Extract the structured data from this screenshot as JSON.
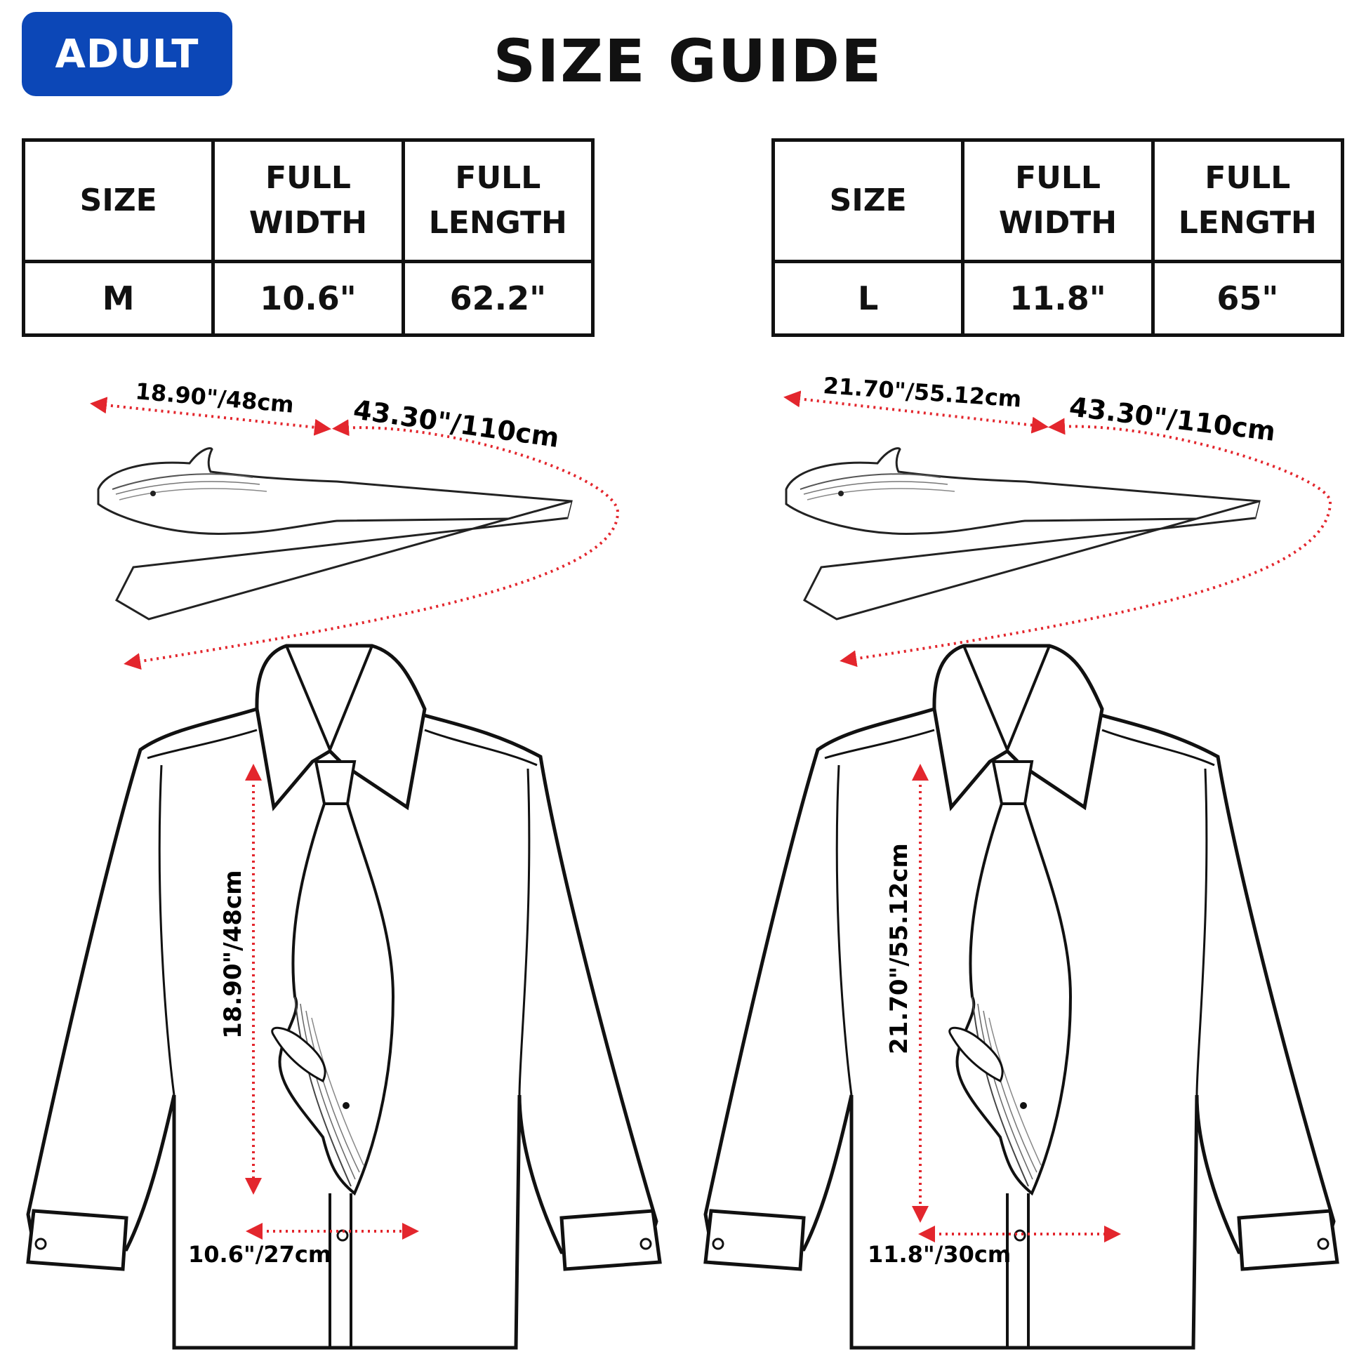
{
  "badge": "ADULT",
  "title": "SIZE GUIDE",
  "tables": [
    {
      "headers": [
        "SIZE",
        "FULL\nWIDTH",
        "FULL\nLENGTH"
      ],
      "values": [
        "M",
        "10.6\"",
        "62.2\""
      ]
    },
    {
      "headers": [
        "SIZE",
        "FULL\nWIDTH",
        "FULL\nLENGTH"
      ],
      "values": [
        "L",
        "11.8\"",
        "65\""
      ]
    }
  ],
  "diagrams": [
    {
      "tie_top_label": "18.90\"/48cm",
      "tie_tail_label": "43.30\"/110cm",
      "vertical_label": "18.90\"/48cm",
      "width_label": "10.6\"/27cm"
    },
    {
      "tie_top_label": "21.70\"/55.12cm",
      "tie_tail_label": "43.30\"/110cm",
      "vertical_label": "21.70\"/55.12cm",
      "width_label": "11.8\"/30cm"
    }
  ],
  "colors": {
    "badge": "#0c47b7",
    "measure": "#e3262d",
    "ink": "#111111"
  },
  "icons": [
    "whale-tie-icon",
    "shirt-with-tie-icon"
  ]
}
